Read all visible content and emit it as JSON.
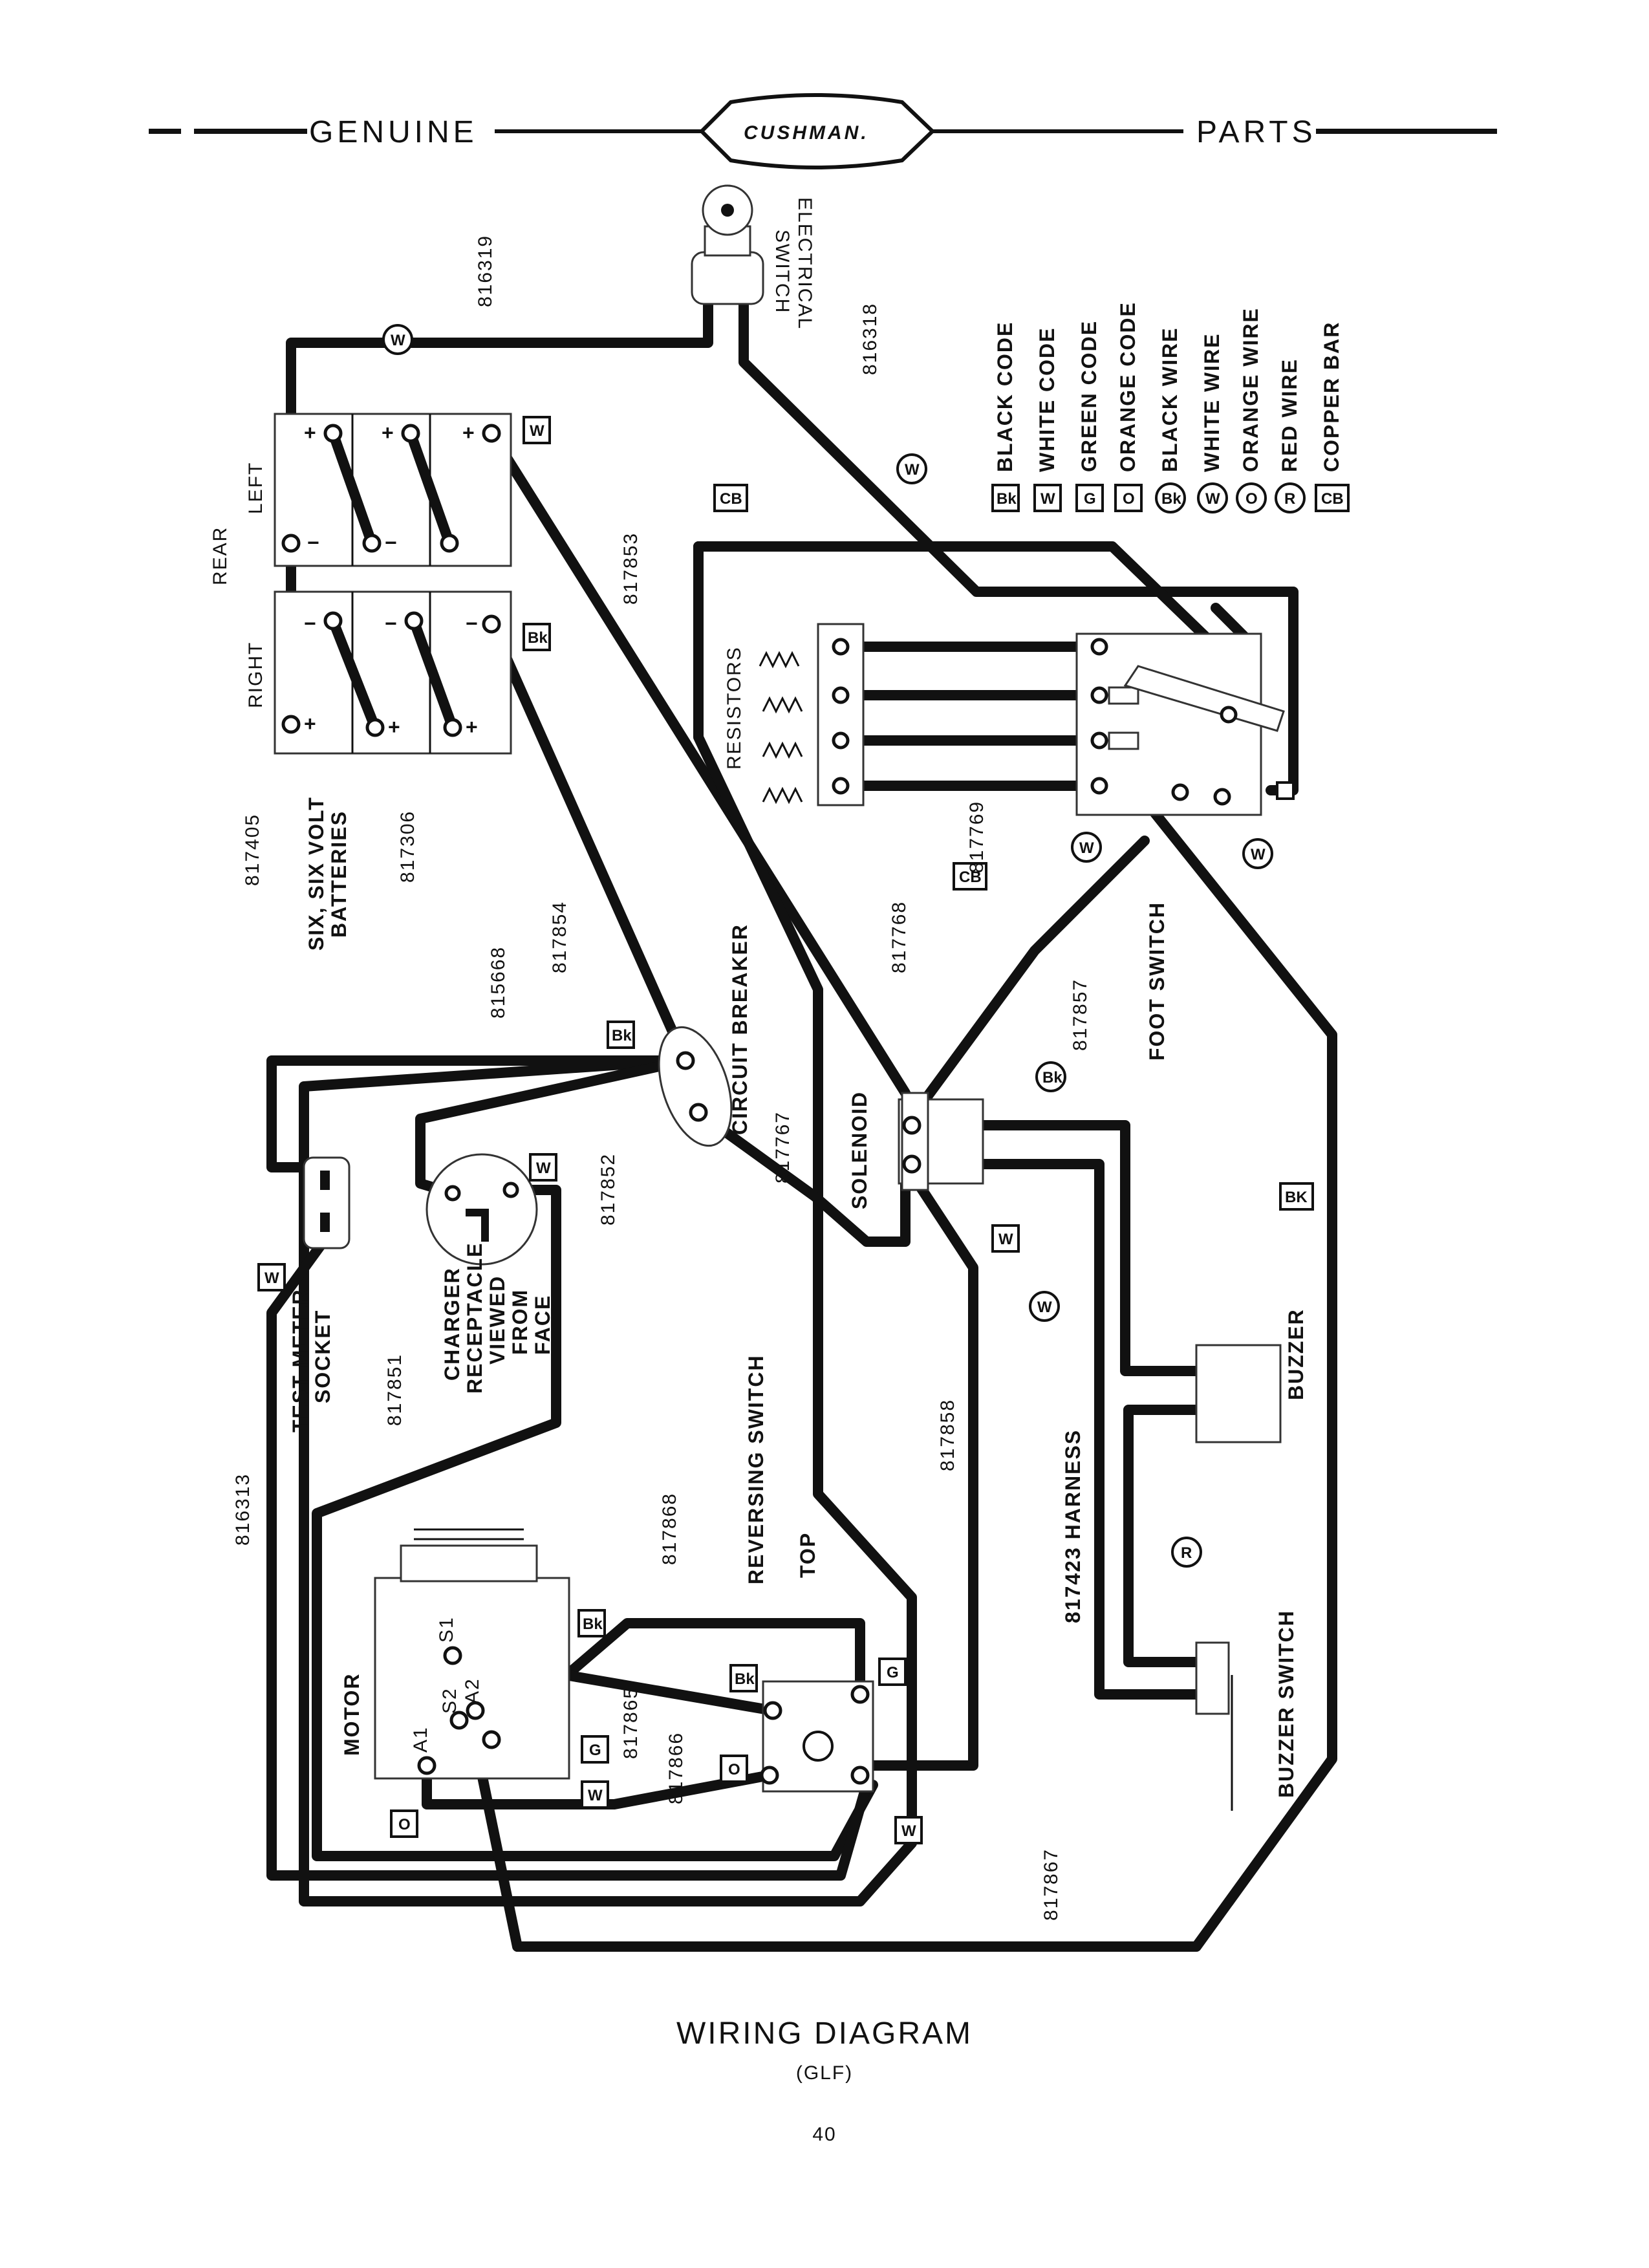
{
  "header": {
    "left": "GENUINE",
    "logo": "CUSHMAN.",
    "right": "PARTS"
  },
  "caption": {
    "title": "WIRING DIAGRAM",
    "subtitle": "(GLF)",
    "page": "40"
  },
  "battery": {
    "left": "LEFT",
    "rear": "REAR",
    "right": "RIGHT",
    "desc_1": "SIX, SIX VOLT",
    "desc_2": "BATTERIES",
    "part_a": "817405",
    "part_b": "817306",
    "plus": "+",
    "minus": "−"
  },
  "components": {
    "electrical_switch_1": "ELECTRICAL",
    "electrical_switch_2": "SWITCH",
    "resistors": "RESISTORS",
    "circuit_breaker": "CIRCUIT BREAKER",
    "solenoid": "SOLENOID",
    "foot_switch": "FOOT SWITCH",
    "buzzer": "BUZZER",
    "buzzer_switch": "BUZZER SWITCH",
    "test_meter_1": "TEST METER",
    "test_meter_2": "SOCKET",
    "charger_1": "CHARGER",
    "charger_2": "RECEPTACLE",
    "charger_3": "VIEWED",
    "charger_4": "FROM",
    "charger_5": "FACE",
    "reversing_switch": "REVERSING SWITCH",
    "top": "TOP",
    "motor": "MOTOR",
    "harness": "817423  HARNESS",
    "terminals": {
      "s1": "S1",
      "s2": "S2",
      "a1": "A1",
      "a2": "A2"
    }
  },
  "parts": {
    "p816319": "816319",
    "p816318": "816318",
    "p817853": "817853",
    "p817854": "817854",
    "p815668": "815668",
    "p817852": "817852",
    "p817767": "817767",
    "p817768": "817768",
    "p817769": "817769",
    "p817857": "817857",
    "p817858": "817858",
    "p817851": "817851",
    "p816313": "816313",
    "p817868": "817868",
    "p817865": "817865",
    "p817866": "817866",
    "p817867": "817867"
  },
  "codes": {
    "bk": "Bk",
    "w": "W",
    "g": "G",
    "o": "O",
    "r": "R",
    "cb": "CB",
    "BK": "BK"
  },
  "legend": [
    {
      "symbol": "Bk",
      "shape": "square",
      "label": "BLACK CODE"
    },
    {
      "symbol": "W",
      "shape": "square",
      "label": "WHITE CODE"
    },
    {
      "symbol": "G",
      "shape": "square",
      "label": "GREEN CODE"
    },
    {
      "symbol": "O",
      "shape": "square",
      "label": "ORANGE CODE"
    },
    {
      "symbol": "Bk",
      "shape": "circle",
      "label": "BLACK WIRE"
    },
    {
      "symbol": "W",
      "shape": "circle",
      "label": "WHITE WIRE"
    },
    {
      "symbol": "O",
      "shape": "circle",
      "label": "ORANGE WIRE"
    },
    {
      "symbol": "R",
      "shape": "circle",
      "label": "RED WIRE"
    },
    {
      "symbol": "CB",
      "shape": "square",
      "label": "COPPER BAR"
    }
  ]
}
